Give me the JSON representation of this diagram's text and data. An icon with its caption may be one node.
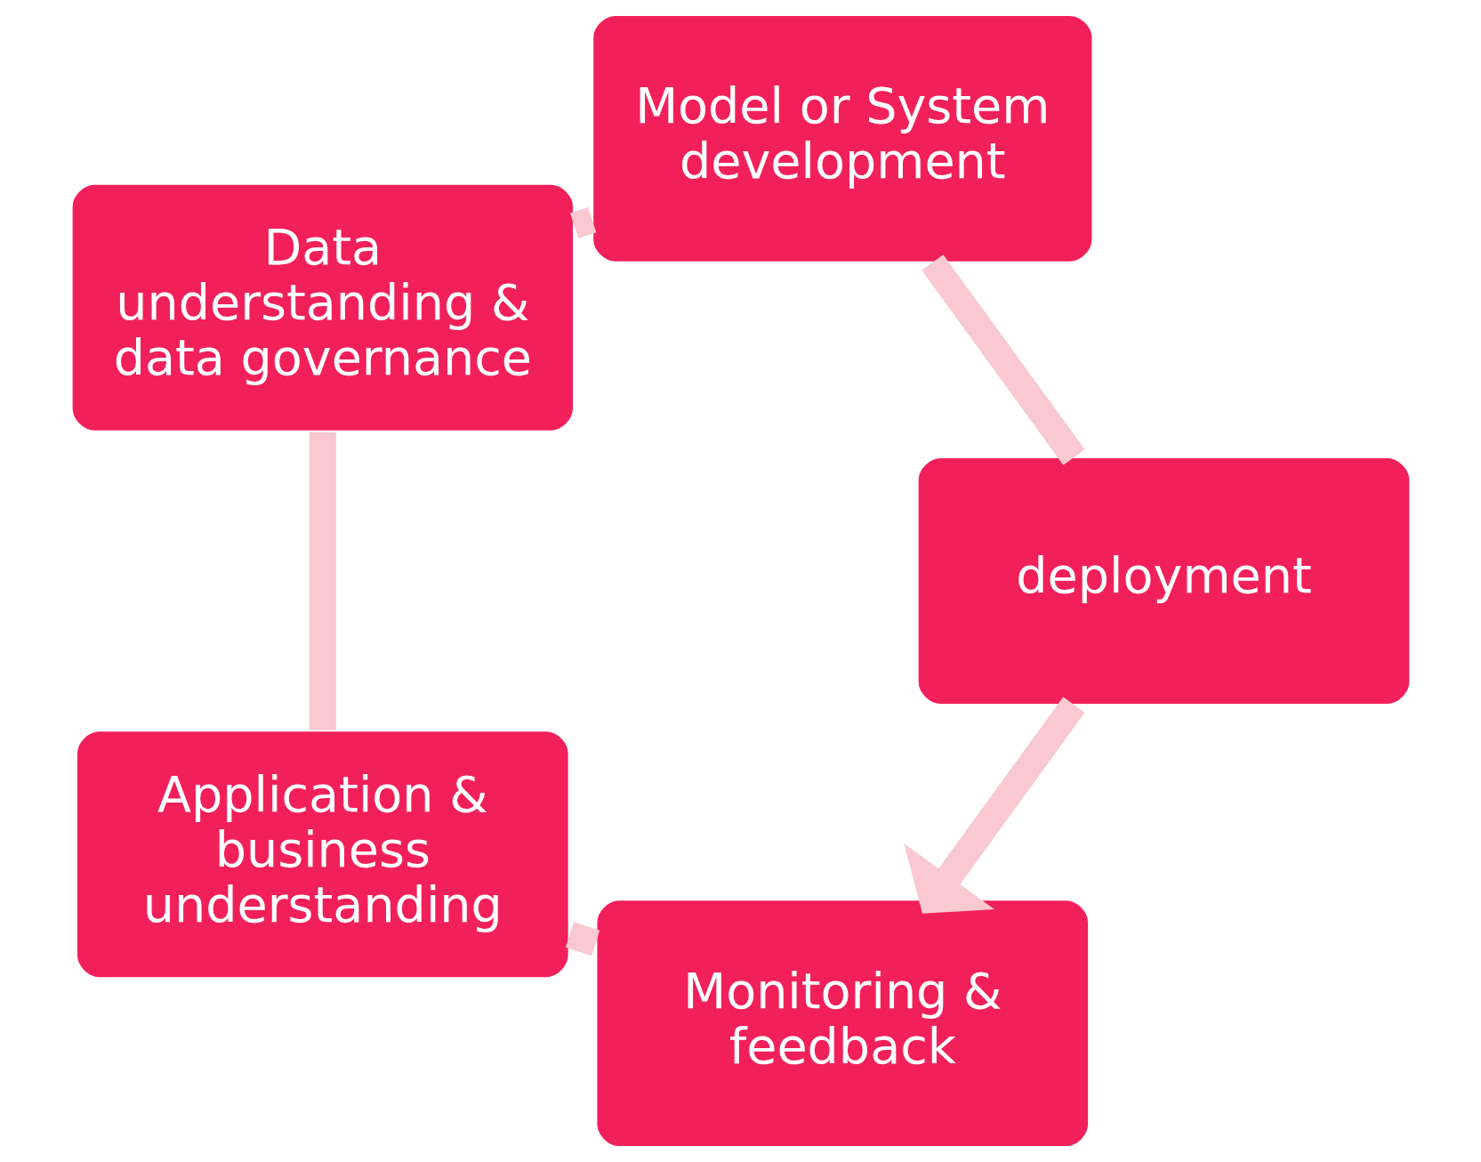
{
  "diagram": {
    "nodes": [
      {
        "text": [
          "Monitoring & feedback"
        ]
      },
      {
        "text": [
          "Application & business understanding"
        ]
      },
      {
        "text": [
          "Data understanding & data governance"
        ]
      },
      {
        "text": [
          "Model or System development"
        ]
      },
      {
        "text": [
          "deployment"
        ]
      }
    ],
    "edges": [
      {
        "from": 0,
        "to": 1,
        "arrow": "none"
      },
      {
        "from": 1,
        "to": 2,
        "arrow": "none"
      },
      {
        "from": 2,
        "to": 3,
        "arrow": "none"
      },
      {
        "from": 3,
        "to": 4,
        "arrow": "none"
      },
      {
        "from": 4,
        "to": 0,
        "arrow": "to"
      }
    ]
  }
}
